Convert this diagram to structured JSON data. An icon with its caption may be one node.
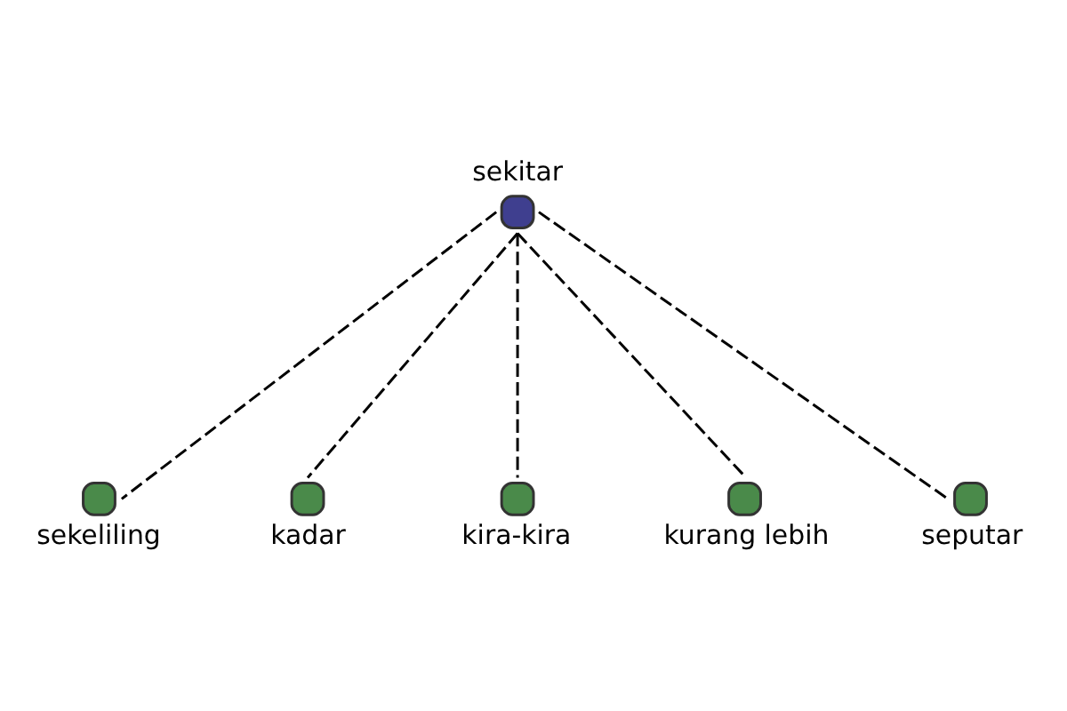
{
  "diagram": {
    "nodes": [
      {
        "text": [
          "sekitar"
        ]
      },
      {
        "text": [
          "sekeliling"
        ]
      },
      {
        "text": [
          "kadar"
        ]
      },
      {
        "text": [
          "kira-kira"
        ]
      },
      {
        "text": [
          "kurang lebih"
        ]
      },
      {
        "text": [
          "seputar"
        ]
      }
    ],
    "edges": [
      {
        "from": 0,
        "to": 1,
        "arrow": "none",
        "style": "dashed"
      },
      {
        "from": 0,
        "to": 2,
        "arrow": "none",
        "style": "dashed"
      },
      {
        "from": 0,
        "to": 3,
        "arrow": "none",
        "style": "dashed"
      },
      {
        "from": 0,
        "to": 4,
        "arrow": "none",
        "style": "dashed"
      },
      {
        "from": 0,
        "to": 5,
        "arrow": "none",
        "style": "dashed"
      }
    ]
  }
}
